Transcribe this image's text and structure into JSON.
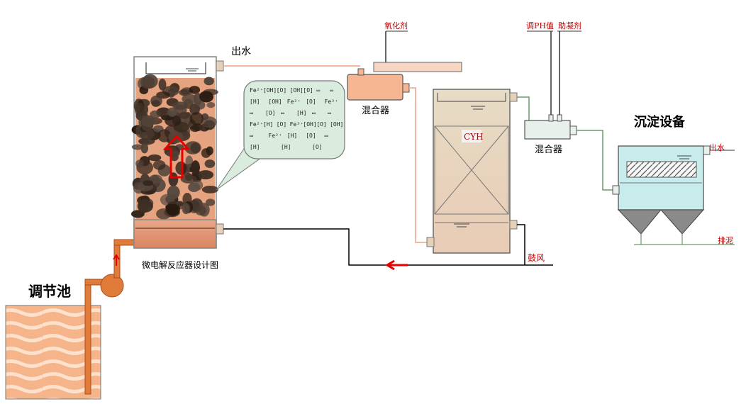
{
  "labels": {
    "adjust_tank": "调节池",
    "reactor_caption": "微电解反应器设计图",
    "outlet_water": "出水",
    "mixer_1": "混合器",
    "mixer_2": "混合器",
    "oxidant": "氧化剂",
    "ph_adjust": "调PH值",
    "coagulant": "助凝剂",
    "cyh": "CYH",
    "sedimentation": "沉淀设备",
    "effluent": "出水",
    "sludge": "排泥",
    "aeration": "鼓风"
  },
  "callout": {
    "rows": [
      [
        "Fe²⁺",
        "[OH]",
        "[O]",
        "[OH]",
        "[O]",
        "▭",
        "▭"
      ],
      [
        "[H]",
        "[OH]",
        "Fe²⁺",
        "[O]",
        "Fe²⁺"
      ],
      [
        "▭",
        "[O]",
        "▭",
        "[H]",
        "▭",
        "▭"
      ],
      [
        "Fe²⁺",
        "[H]",
        "[O]",
        "Fe²⁺",
        "[OH]",
        "[O]",
        "[OH]"
      ],
      [
        "▭",
        "Fe²⁺",
        "[H]",
        "[O]",
        "▭"
      ],
      [
        "[H]",
        "[H]",
        "[O]"
      ]
    ]
  },
  "colors": {
    "pipe_main": "#000000",
    "pipe_orange": "#e07b39",
    "reactor_body": "#ef9b72",
    "reactor_media": "#2b1a14",
    "tank_water": "#f6b48a",
    "sed_water": "#c8ecec",
    "flow_arrow": "#e60000"
  }
}
